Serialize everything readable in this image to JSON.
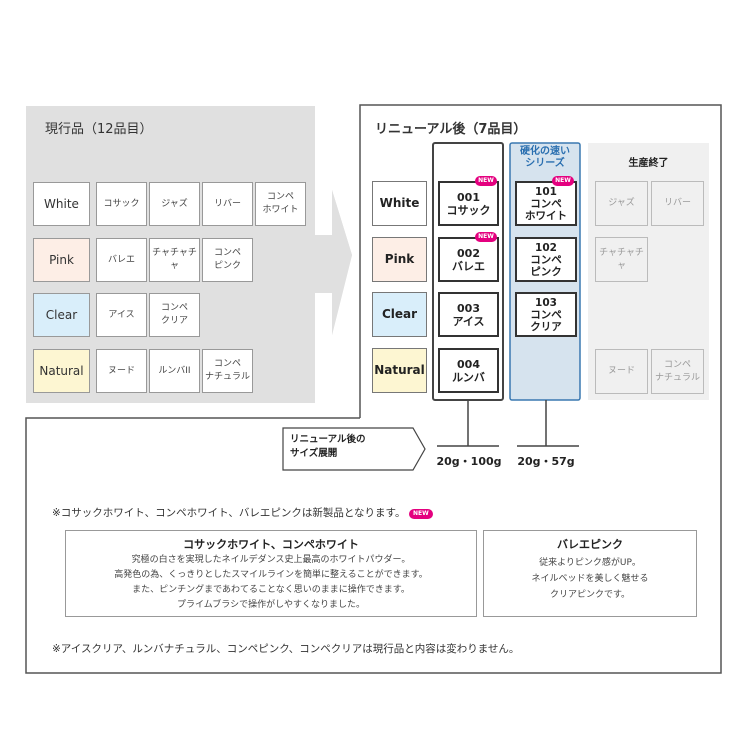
{
  "current": {
    "title": "現行品（12品目）",
    "rows": [
      {
        "label": "White",
        "color": "#ffffff",
        "items": [
          "コサック",
          "ジャズ",
          "リバー",
          "コンペ\nホワイト"
        ]
      },
      {
        "label": "Pink",
        "color": "#fdeee6",
        "items": [
          "バレエ",
          "チャチャチャ",
          "コンペ\nピンク"
        ]
      },
      {
        "label": "Clear",
        "color": "#d9eefa",
        "items": [
          "アイス",
          "コンペ\nクリア"
        ]
      },
      {
        "label": "Natural",
        "color": "#fdf6d2",
        "items": [
          "ヌード",
          "ルンバII",
          "コンペ\nナチュラル"
        ]
      }
    ]
  },
  "renewal": {
    "title": "リニューアル後（7品目）",
    "labels": [
      "White",
      "Pink",
      "Clear",
      "Natural"
    ],
    "main": [
      {
        "text": "001\nコサック",
        "new": true
      },
      {
        "text": "002\nバレエ",
        "new": true
      },
      {
        "text": "003\nアイス",
        "new": false
      },
      {
        "text": "004\nルンバ",
        "new": false
      }
    ],
    "fast_title": "硬化の速い\nシリーズ",
    "fast": [
      {
        "text": "101\nコンペ\nホワイト",
        "new": true
      },
      {
        "text": "102\nコンペ\nピンク",
        "new": false
      },
      {
        "text": "103\nコンペ\nクリア",
        "new": false
      }
    ],
    "discontinued_title": "生産終了",
    "discontinued": [
      "ジャズ",
      "リバー",
      "チャチャチャ",
      "ヌード",
      "コンペ\nナチュラル"
    ],
    "new_badge": "NEW",
    "size_label": "リニューアル後の\nサイズ展開",
    "sizes": [
      "20g・100g",
      "20g・57g"
    ]
  },
  "notes": {
    "new_note": "※コサックホワイト、コンペホワイト、バレエピンクは新製品となります。",
    "box1": {
      "title": "コサックホワイト、コンペホワイト",
      "body": "究極の白さを実現したネイルデダンス史上最高のホワイトパウダー。\n高発色の為、くっきりとしたスマイルラインを簡単に整えることができます。\nまた、ピンチングまであわてることなく思いのままに操作できます。\nプライムブラシで操作がしやすくなりました。"
    },
    "box2": {
      "title": "バレエピンク",
      "body": "従来よりピンク感がUP。\nネイルベッドを美しく魅せる\nクリアピンクです。"
    },
    "footer": "※アイスクリア、ルンバナチュラル、コンペピンク、コンペクリアは現行品と内容は変わりません。"
  },
  "colors": {
    "accent": "#e4007f",
    "fast_bg": "#d6e3ee",
    "fast_border": "#3a78b0",
    "fast_title": "#2a6fb0",
    "panel_gray": "#e0e0e0"
  }
}
